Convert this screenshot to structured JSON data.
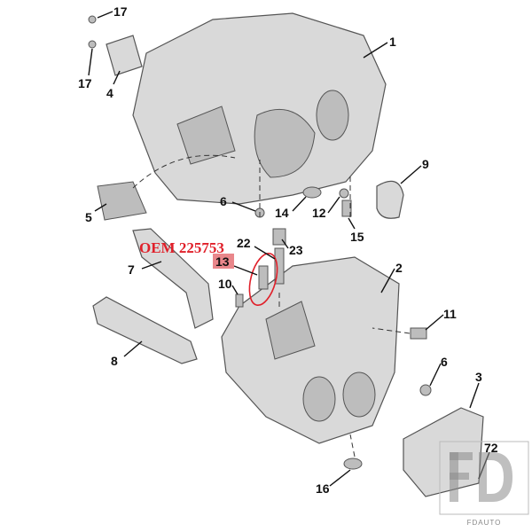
{
  "diagram": {
    "annotation": "OEM 225753",
    "highlighted_part": "13",
    "highlight_color": "#e0202a",
    "labels": {
      "p17a": "17",
      "p17b": "17",
      "p4": "4",
      "p1": "1",
      "p9": "9",
      "p5": "5",
      "p6a": "6",
      "p14": "14",
      "p12": "12",
      "p15": "15",
      "p22": "22",
      "p23": "23",
      "p7": "7",
      "p13": "13",
      "p10": "10",
      "p2": "2",
      "p11": "11",
      "p8": "8",
      "p6b": "6",
      "p3": "3",
      "p72": "72",
      "p16": "16"
    },
    "watermark": {
      "logo": "FD",
      "text": "FDAUTO"
    }
  }
}
